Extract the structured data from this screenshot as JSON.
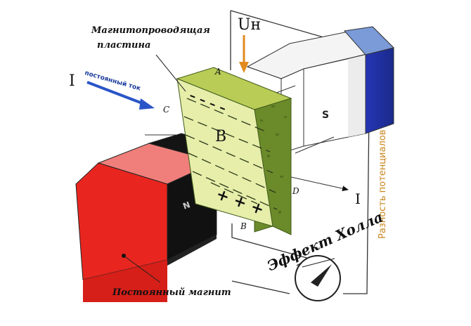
{
  "labels": {
    "plate_caption_line1": "Магнитопроводящая",
    "plate_caption_line2": "пластина",
    "current_left": "I",
    "current_caption": "постоянный ток",
    "current_right": "I",
    "voltage": "Uн",
    "field": "B",
    "corner_a": "A",
    "corner_b": "B",
    "corner_c": "C",
    "corner_d": "D",
    "pole_south": "S",
    "pole_north": "N",
    "magnet_caption": "Постоянный магнит",
    "potential_caption": "Разность потенциалов",
    "effect_caption": "Эффект Холла",
    "plus_signs": "+ + +",
    "minus_signs": "– – – –"
  },
  "colors": {
    "plate_face": "#e6eeaa",
    "plate_edge": "#5f7a2a",
    "magnet_red": "#e8261f",
    "magnet_red_top": "#f07f7b",
    "magnet_black": "#111111",
    "magnet_blue": "#1f2aa0",
    "magnet_blue_light": "#7b9ad8",
    "arrow_current": "#2a55c8",
    "arrow_voltage": "#e08a1f",
    "caption_orange": "#c8871f"
  },
  "icons": {
    "meter": "galvanometer-icon"
  }
}
